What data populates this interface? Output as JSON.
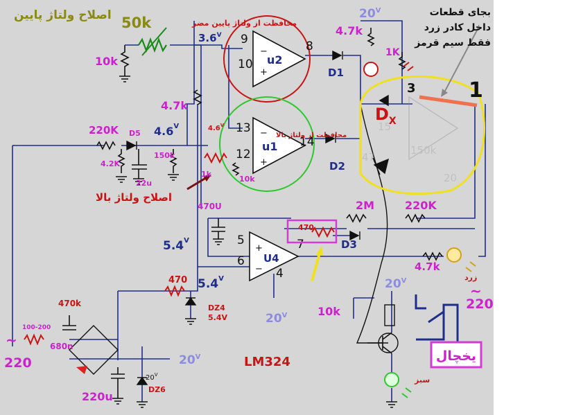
{
  "labels": {
    "title_low_adjust": "اصلاح ولتاژ پایین",
    "pot_50k": "50k",
    "pot_10k": "10k",
    "protect_low": "محافظت از ولتاژ پایین مضر",
    "protect_high": "محافظت از ولتاژ بالا",
    "v36": "3.6",
    "v46a": "4.6",
    "v46b": "4.6",
    "v_unit": "V",
    "r47k_a": "4.7k",
    "r220k": "220K",
    "d5": "D5",
    "r42k": "4.2K",
    "c22u": "22u",
    "r150k_a": "150k",
    "r1k_a": "1k",
    "r10k_b": "10k",
    "high_adjust": "اصلاح ولتاژ بالا",
    "u1": "u1",
    "u2": "u2",
    "u4": "U4",
    "pin9": "9",
    "pin10": "10",
    "pin8": "8",
    "pin13": "13",
    "pin12": "12",
    "pin14": "14",
    "pin5": "5",
    "pin6": "6",
    "pin7": "7",
    "pin4": "4",
    "d1": "D1",
    "d2": "D2",
    "d3": "D3",
    "v20_top": "20",
    "r47k_top": "4.7k",
    "r1k_top": "1K",
    "note_line1": "بجای قطعات",
    "note_line2": "داخل کادر زرد",
    "note_line3": "فقط سیم قرمز",
    "pin3": "3",
    "num1": "1",
    "dx": "D",
    "dx_sub": "X",
    "ghost_15": "15",
    "ghost_150k": "150k",
    "ghost_47": "47",
    "ghost_20": "20",
    "c470u": "470U",
    "r470_a": "470",
    "r2m": "2M",
    "r220k_b": "220K",
    "v54a": "5.4",
    "v54b": "5.4",
    "r470_b": "470",
    "dz4": "DZ4",
    "dz4_v": "5.4V",
    "v20_mid": "20",
    "v20_bot": "20",
    "r47k_led": "4.7k",
    "yellow_word": "زرد",
    "r10k_c": "10k",
    "ac220_right": "220",
    "fridge": "یخچال",
    "green_word": "سبز",
    "r470k": "470k",
    "r100_200": "100-200",
    "c680n": "680n",
    "ac220_left": "220",
    "c220u": "220u",
    "v20_dz6": "20",
    "dz6": "DZ6",
    "v20_out": "20",
    "chip": "LM324"
  }
}
